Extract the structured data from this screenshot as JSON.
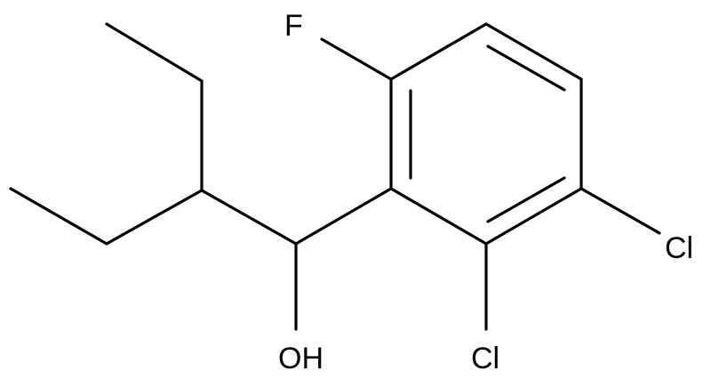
{
  "molecule": {
    "atoms": {
      "fluorine": "F",
      "chlorine_top": "Cl",
      "chlorine_bottom": "Cl",
      "hydroxyl": "OH"
    },
    "colors": {
      "bond": "#000000",
      "label": "#000000",
      "background": "#ffffff"
    }
  }
}
